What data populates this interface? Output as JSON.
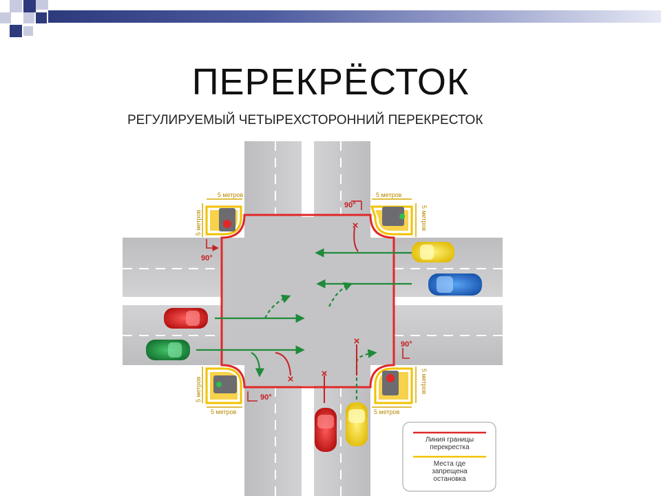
{
  "slide": {
    "title": "ПЕРЕКРЁСТОК",
    "subtitle": "РЕГУЛИРУЕМЫЙ ЧЕТЫРЕХСТОРОННИЙ ПЕРЕКРЕСТОК"
  },
  "diagram": {
    "distance_label": "5 метров",
    "angle_label": "90°",
    "prohibited_mark": "×",
    "legend": {
      "items": [
        {
          "text_line1": "Линия границы",
          "text_line2": "перекрестка",
          "color": "#e02828"
        },
        {
          "text_line1": "Места где",
          "text_line2": "запрещена",
          "text_line3": "остановка",
          "color": "#f2c200"
        }
      ]
    }
  },
  "colors": {
    "boundary": "#e02828",
    "no_stop_zone": "#f2c200",
    "movement_arrows": "#1f8a3a",
    "road": "#c9c9cb",
    "header_bar": "#2d3a7c"
  }
}
